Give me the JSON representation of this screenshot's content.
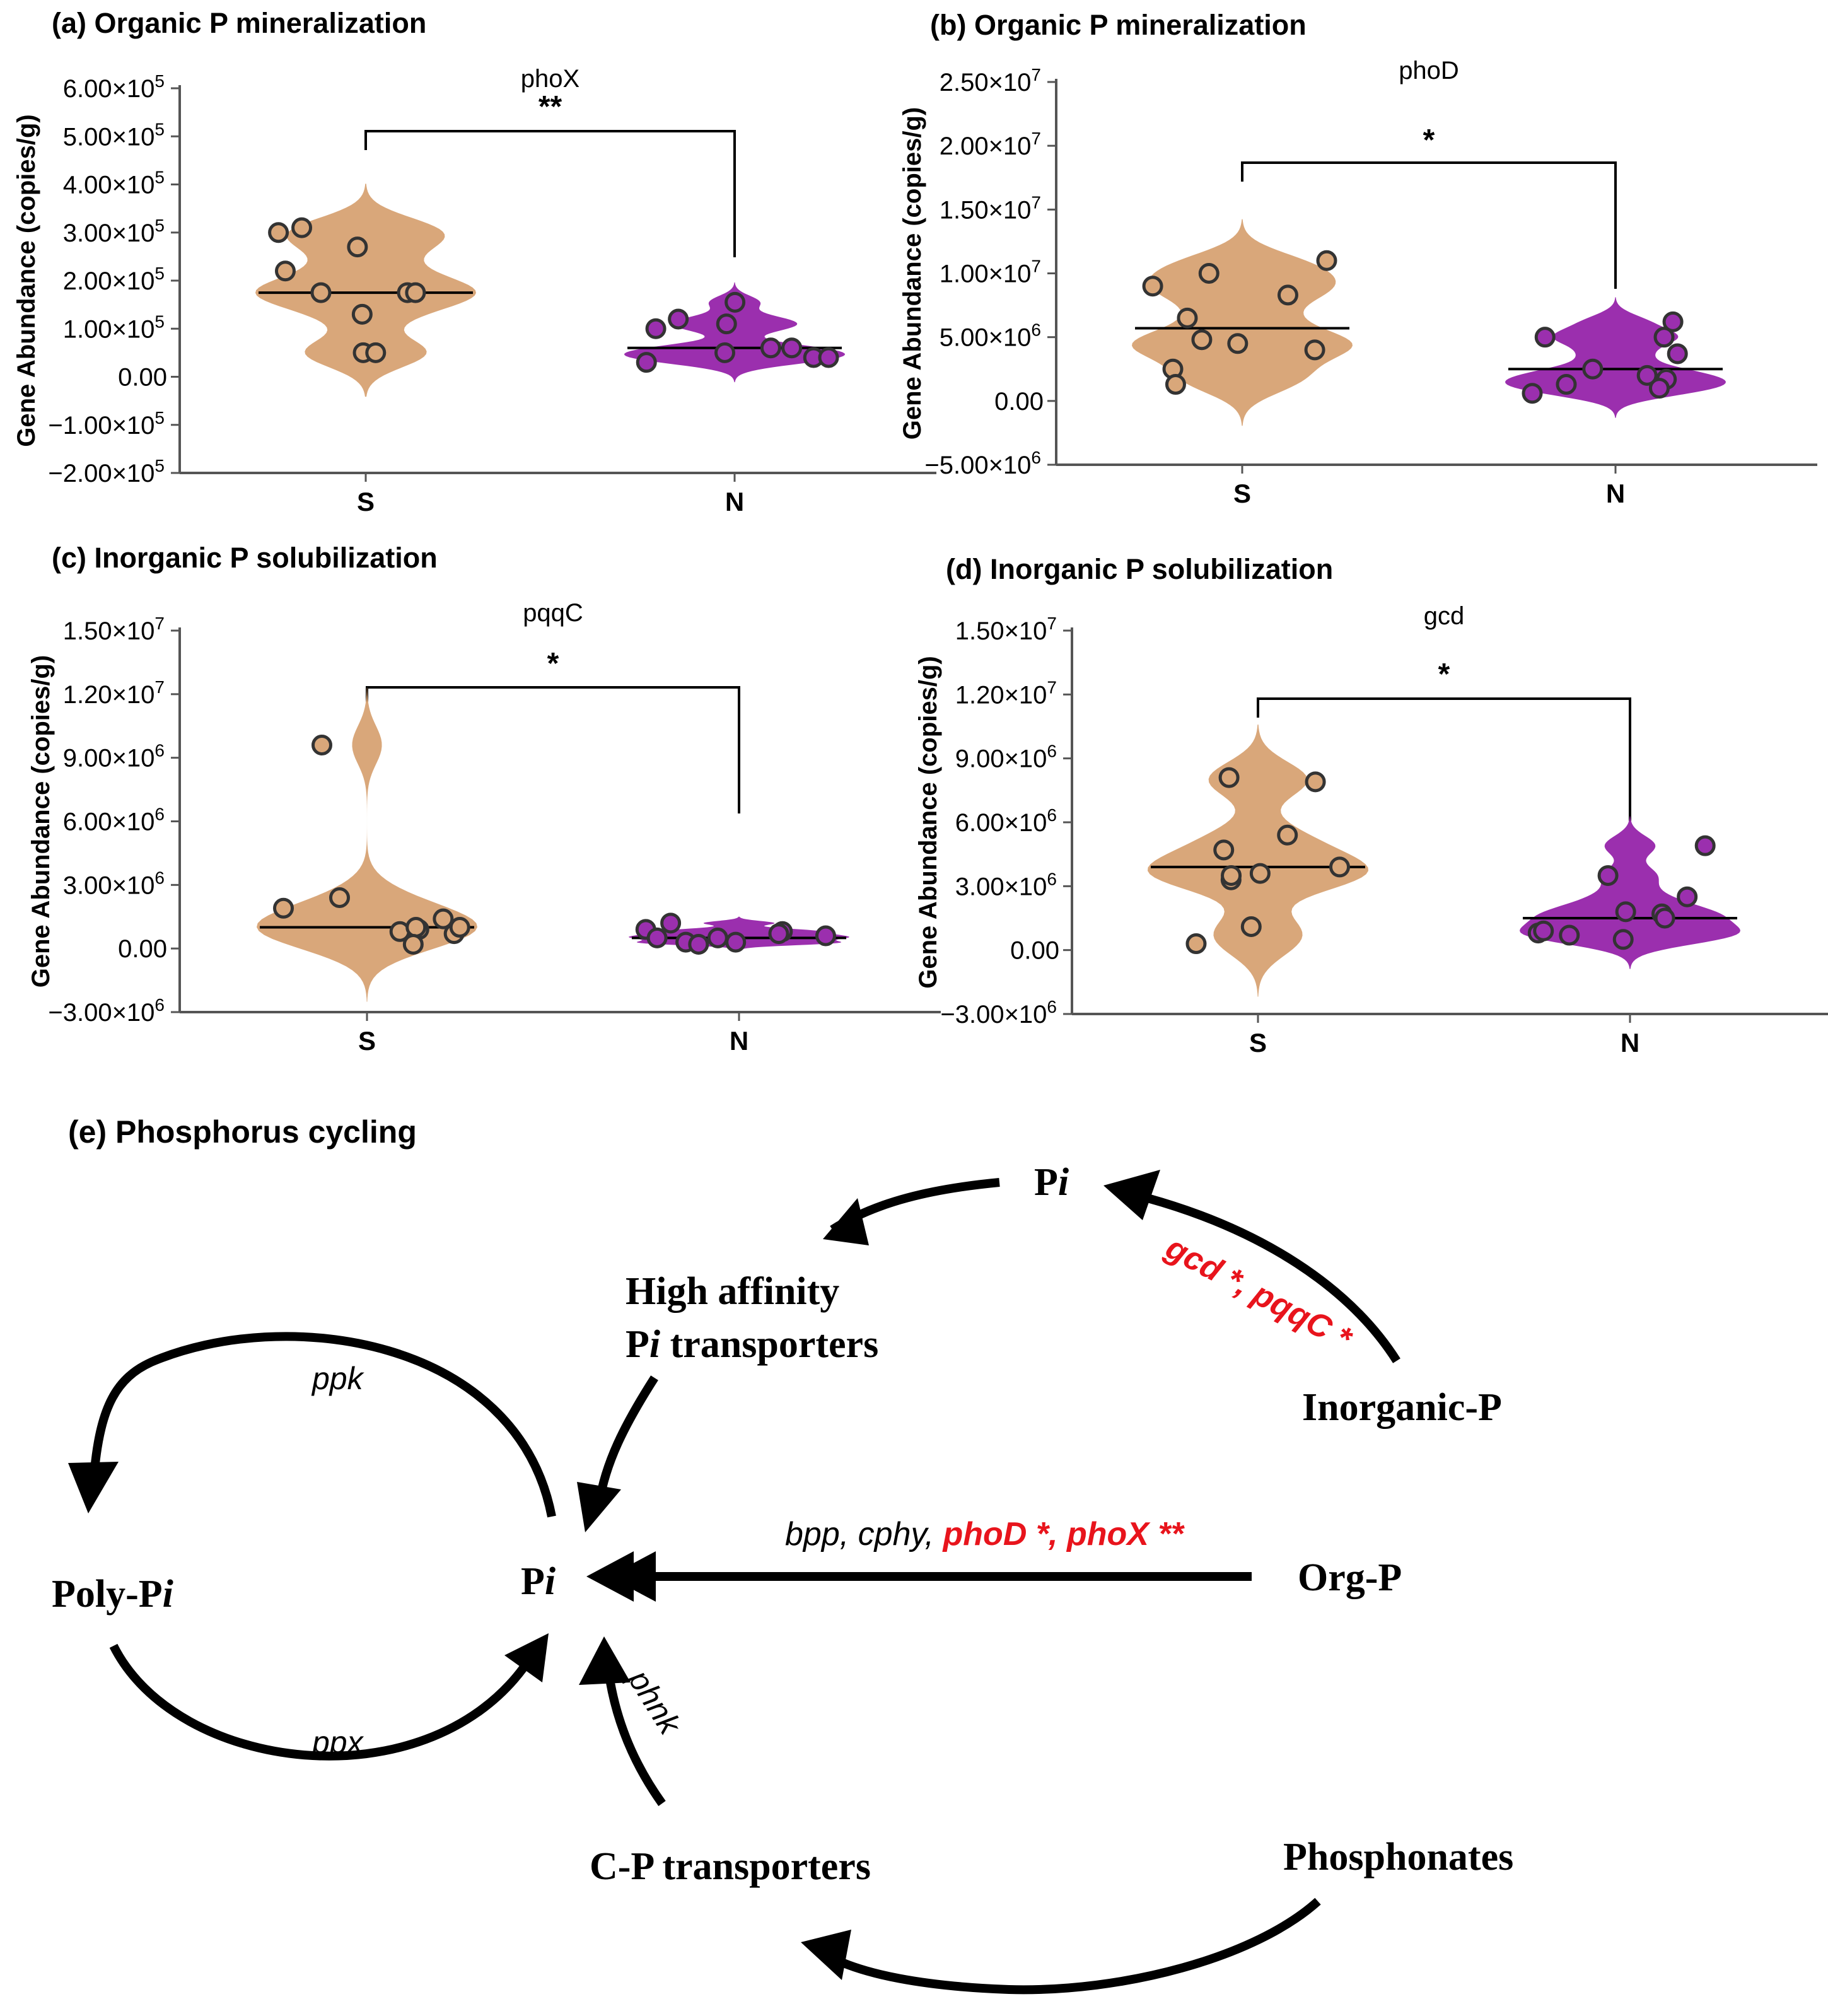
{
  "colors": {
    "S": "#D9A77A",
    "N": "#9B2FAE",
    "highlight": "#E8141C",
    "ink": "#000000"
  },
  "chart_data": [
    {
      "type": "violin",
      "title": "(a) Organic P mineralization",
      "gene": "phoX",
      "significance": "**",
      "ylabel": "Gene Abundance (copies/g)",
      "ylim": [
        -200000,
        600000
      ],
      "yticks": [
        {
          "value": -200000,
          "mant": "−2.00×10",
          "exp": "5"
        },
        {
          "value": -100000,
          "mant": "−1.00×10",
          "exp": "5"
        },
        {
          "value": 0,
          "mant": "0.00",
          "exp": ""
        },
        {
          "value": 100000,
          "mant": "1.00×10",
          "exp": "5"
        },
        {
          "value": 200000,
          "mant": "2.00×10",
          "exp": "5"
        },
        {
          "value": 300000,
          "mant": "3.00×10",
          "exp": "5"
        },
        {
          "value": 400000,
          "mant": "4.00×10",
          "exp": "5"
        },
        {
          "value": 500000,
          "mant": "5.00×10",
          "exp": "5"
        },
        {
          "value": 600000,
          "mant": "6.00×10",
          "exp": "5"
        }
      ],
      "categories": [
        "S",
        "N"
      ],
      "series": [
        {
          "values": [
            175000,
            300000,
            270000,
            220000,
            175000,
            130000,
            50000,
            310000,
            175000,
            50000
          ],
          "median": 175000
        },
        {
          "values": [
            155000,
            40000,
            60000,
            60000,
            110000,
            50000,
            120000,
            100000,
            30000,
            40000
          ],
          "median": 60000
        }
      ]
    },
    {
      "type": "violin",
      "title": "(b) Organic P mineralization",
      "gene": "phoD",
      "significance": "*",
      "ylabel": "Gene Abundance (copies/g)",
      "ylim": [
        -5000000,
        25000000
      ],
      "yticks": [
        {
          "value": -5000000,
          "mant": "−5.00×10",
          "exp": "6"
        },
        {
          "value": 0,
          "mant": "0.00",
          "exp": ""
        },
        {
          "value": 5000000,
          "mant": "5.00×10",
          "exp": "6"
        },
        {
          "value": 10000000,
          "mant": "1.00×10",
          "exp": "7"
        },
        {
          "value": 15000000,
          "mant": "1.50×10",
          "exp": "7"
        },
        {
          "value": 20000000,
          "mant": "2.00×10",
          "exp": "7"
        },
        {
          "value": 25000000,
          "mant": "2.50×10",
          "exp": "7"
        }
      ],
      "categories": [
        "S",
        "N"
      ],
      "series": [
        {
          "values": [
            4800000,
            11000000,
            2500000,
            4000000,
            10000000,
            6500000,
            4500000,
            9000000,
            8300000,
            1300000
          ],
          "median": 5700000
        },
        {
          "values": [
            5000000,
            1700000,
            3700000,
            5000000,
            1300000,
            2500000,
            1000000,
            600000,
            6200000,
            2000000
          ],
          "median": 2500000
        }
      ]
    },
    {
      "type": "violin",
      "title": "(c) Inorganic P solubilization",
      "gene": "pqqC",
      "significance": "*",
      "ylabel": "Gene Abundance (copies/g)",
      "ylim": [
        -3000000,
        15000000
      ],
      "yticks": [
        {
          "value": -3000000,
          "mant": "−3.00×10",
          "exp": "6"
        },
        {
          "value": 0,
          "mant": "0.00",
          "exp": ""
        },
        {
          "value": 3000000,
          "mant": "3.00×10",
          "exp": "6"
        },
        {
          "value": 6000000,
          "mant": "6.00×10",
          "exp": "6"
        },
        {
          "value": 9000000,
          "mant": "9.00×10",
          "exp": "6"
        },
        {
          "value": 12000000,
          "mant": "1.20×10",
          "exp": "7"
        },
        {
          "value": 15000000,
          "mant": "1.50×10",
          "exp": "7"
        }
      ],
      "categories": [
        "S",
        "N"
      ],
      "series": [
        {
          "values": [
            900000,
            9600000,
            2400000,
            1900000,
            800000,
            700000,
            1000000,
            1400000,
            1000000,
            200000
          ],
          "median": 1000000
        },
        {
          "values": [
            600000,
            300000,
            900000,
            300000,
            800000,
            500000,
            200000,
            1200000,
            500000,
            700000
          ],
          "median": 500000
        }
      ]
    },
    {
      "type": "violin",
      "title": "(d) Inorganic P solubilization",
      "gene": "gcd",
      "significance": "*",
      "ylabel": "Gene Abundance (copies/g)",
      "ylim": [
        -3000000,
        15000000
      ],
      "yticks": [
        {
          "value": -3000000,
          "mant": "−3.00×10",
          "exp": "6"
        },
        {
          "value": 0,
          "mant": "0.00",
          "exp": ""
        },
        {
          "value": 3000000,
          "mant": "3.00×10",
          "exp": "6"
        },
        {
          "value": 6000000,
          "mant": "6.00×10",
          "exp": "6"
        },
        {
          "value": 9000000,
          "mant": "9.00×10",
          "exp": "6"
        },
        {
          "value": 12000000,
          "mant": "1.20×10",
          "exp": "7"
        },
        {
          "value": 15000000,
          "mant": "1.50×10",
          "exp": "7"
        }
      ],
      "categories": [
        "S",
        "N"
      ],
      "series": [
        {
          "values": [
            3900000,
            7900000,
            8100000,
            3600000,
            3300000,
            5400000,
            4700000,
            3500000,
            300000,
            1100000
          ],
          "median": 3900000
        },
        {
          "values": [
            4900000,
            800000,
            1700000,
            900000,
            2500000,
            1500000,
            700000,
            500000,
            3500000,
            1800000
          ],
          "median": 1500000
        }
      ]
    }
  ],
  "diagram": {
    "title": "(e) Phosphorus cycling",
    "nodes": {
      "pi_top": {
        "main": "P",
        "ital": "i"
      },
      "high_affinity_1": "High affinity",
      "high_affinity_2": {
        "main": "P",
        "ital": "i",
        "rest": " transporters"
      },
      "inorganic_p": "Inorganic-P",
      "poly_pi": {
        "main": "Poly-P",
        "ital": "i"
      },
      "pi_center": {
        "main": "P",
        "ital": "i"
      },
      "org_p": "Org-P",
      "cp_transporters": "C-P transporters",
      "phosphonates": "Phosphonates"
    },
    "labels": {
      "ppk": "ppk",
      "ppx": "ppx",
      "phnk": "phnk",
      "gcd_pqqC": "gcd *, pqqC *",
      "orgp_black": "bpp, cphy, ",
      "orgp_red": "phoD *, phoX **"
    }
  }
}
